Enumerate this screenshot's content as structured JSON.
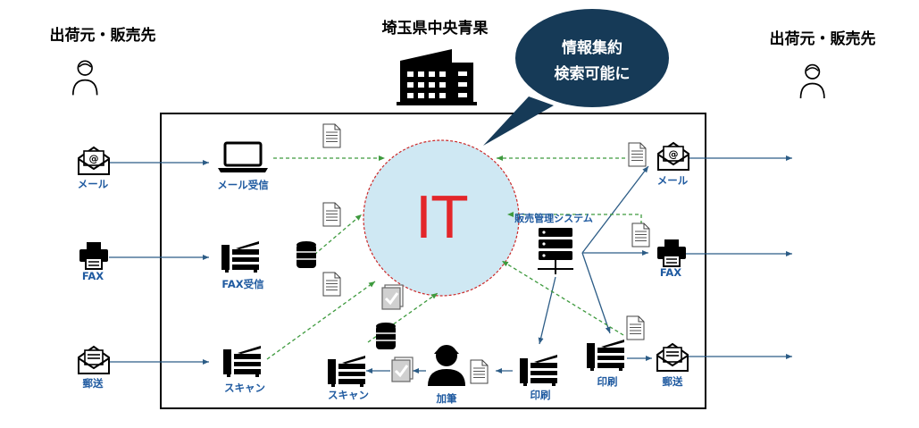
{
  "headers": {
    "left_title": "出荷元・販売先",
    "center_title": "埼玉県中央青果",
    "right_title": "出荷元・販売先"
  },
  "bubble": {
    "line1": "情報集約",
    "line2": "検索可能に"
  },
  "hub": {
    "text": "IT"
  },
  "labels": {
    "mail_left": "メール",
    "fax_left": "FAX",
    "post_left": "郵送",
    "mail_receive": "メール受信",
    "fax_receive": "FAX受信",
    "scan_left": "スキャン",
    "scan_bottom": "スキャン",
    "handwriting": "加筆",
    "print_bottom": "印刷",
    "print_right": "印刷",
    "sales_system": "販売管理システム",
    "mail_right": "メール",
    "fax_right": "FAX",
    "post_right": "郵送"
  },
  "colors": {
    "accent_blue": "#1f5aa0",
    "connector": "#2c5c86",
    "dashed": "#3e9a3e",
    "hub_fill": "#cfe8f3",
    "hub_text": "#e3262a",
    "bubble": "#163a57"
  }
}
